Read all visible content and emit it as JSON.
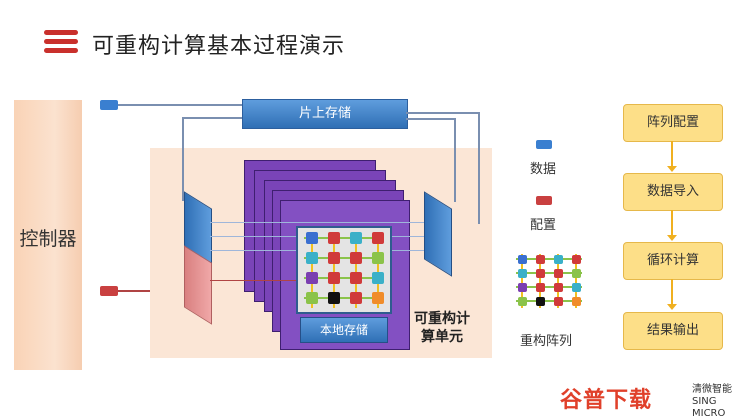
{
  "header": {
    "title": "可重构计算基本过程演示",
    "menu_icon": "hamburger-icon",
    "accent": "#c9302c"
  },
  "diagram": {
    "controller_label": "控制器",
    "onchip_storage_label": "片上存储",
    "local_storage_label": "本地存储",
    "rcu_label_line1": "可重构计",
    "rcu_label_line2": "算单元",
    "legend": {
      "data_label": "数据",
      "config_label": "配置",
      "array_label": "重构阵列",
      "data_color": "#3a7fd0",
      "config_color": "#c94040"
    },
    "pe_colors": [
      [
        "#3a6fd0",
        "#d03a3a",
        "#3ab0c8",
        "#d03a3a"
      ],
      [
        "#3ab0c8",
        "#d03a3a",
        "#d03a3a",
        "#8bc34a"
      ],
      [
        "#7b3fb0",
        "#d03a3a",
        "#d03a3a",
        "#3ab0c8"
      ],
      [
        "#8bc34a",
        "#111111",
        "#d03a3a",
        "#f08c2a"
      ]
    ]
  },
  "flow": {
    "steps": [
      "阵列配置",
      "数据导入",
      "循环计算",
      "结果输出"
    ],
    "color": "#fddf88"
  },
  "watermark": {
    "text": "谷普下载",
    "small_line1": "清微智能",
    "small_line2": "SING MICRO"
  }
}
